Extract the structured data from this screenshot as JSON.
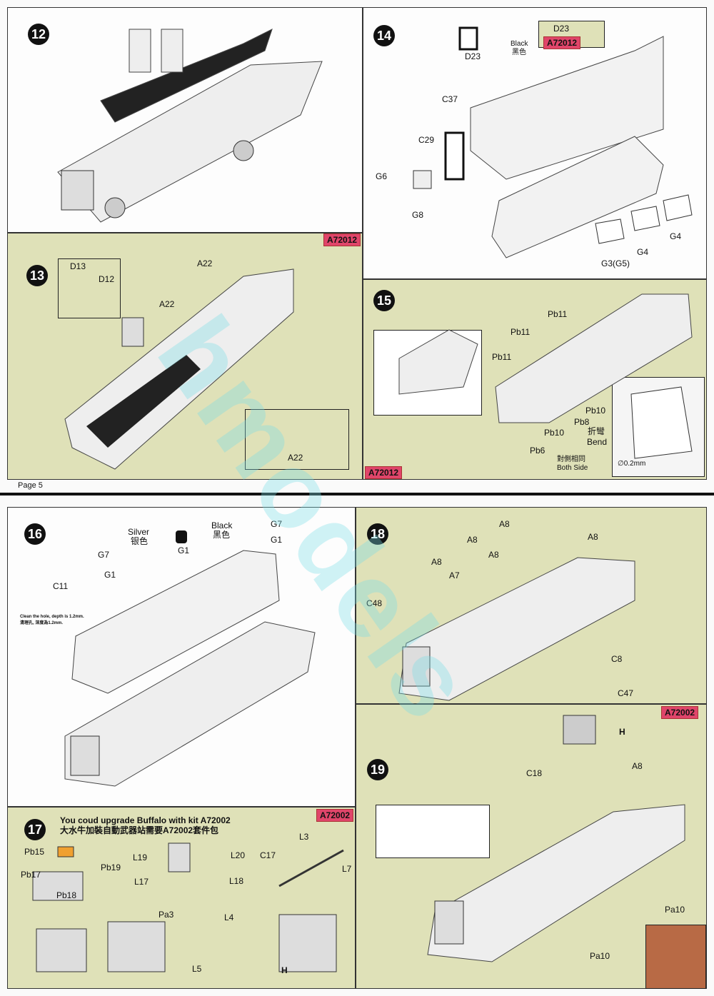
{
  "page_label": "Page 5",
  "watermark": "hmodels",
  "steps": {
    "s12": {
      "number": "12"
    },
    "s13": {
      "number": "13",
      "kit": "A72012",
      "kit2": "A72012",
      "labels": [
        "D13",
        "D12",
        "A22",
        "A22",
        "A22"
      ]
    },
    "s14": {
      "number": "14",
      "kit": "A72012",
      "labels": [
        "D23",
        "Black",
        "黑色",
        "D23",
        "C37",
        "C29",
        "G6",
        "G8",
        "G4",
        "G4",
        "G3(G5)"
      ]
    },
    "s15": {
      "number": "15",
      "labels": [
        "Pb11",
        "Pb11",
        "Pb11",
        "Pb10",
        "Pb8",
        "Pb10",
        "折彎",
        "Bend",
        "Pb6",
        "對側相同",
        "Both Side",
        "∅0.2mm"
      ]
    },
    "s16": {
      "number": "16",
      "labels": [
        "Silver",
        "银色",
        "G1",
        "Black",
        "黑色",
        "G7",
        "G1",
        "G7",
        "G1",
        "C11"
      ],
      "note_en": "Clean the hole, depth is 1.2mm.",
      "note_zh": "清理孔, 深度為1.2mm."
    },
    "s17": {
      "number": "17",
      "kit": "A72002",
      "title_en": "You coud upgrade Buffalo with kit A72002",
      "title_zh": "大水牛加裝自動武器站需要A72002套件包",
      "labels": [
        "Pb15",
        "Pb19",
        "Pb17",
        "Pb18",
        "L19",
        "L17",
        "L20",
        "L18",
        "C17",
        "L3",
        "L7",
        "Pa3",
        "L4",
        "L5",
        "H"
      ]
    },
    "s18": {
      "number": "18",
      "labels": [
        "A8",
        "A8",
        "A8",
        "A8",
        "A8",
        "A7",
        "C48",
        "C8",
        "C47"
      ]
    },
    "s19": {
      "number": "19",
      "kit": "A72002",
      "labels": [
        "H",
        "C18",
        "A8",
        "Pa10",
        "Pa10"
      ]
    }
  },
  "colors": {
    "panel_green": "#dfe1b8",
    "kit_badge": "#e0456a",
    "step_circle": "#111111"
  }
}
